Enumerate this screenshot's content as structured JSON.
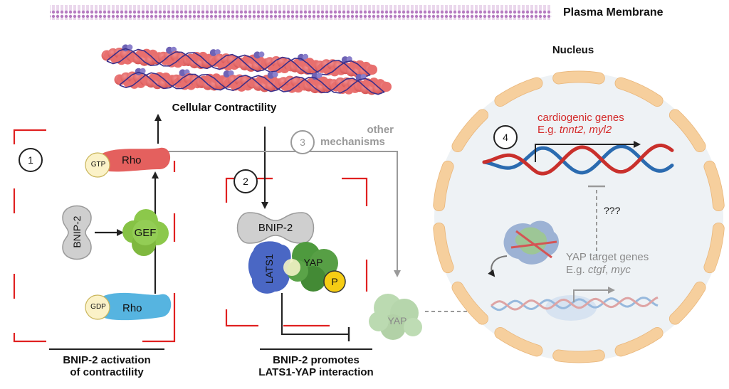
{
  "labels": {
    "plasma_membrane": "Plasma Membrane",
    "nucleus": "Nucleus",
    "cellular_contractility": "Cellular Contractility",
    "other_mechanisms_line1": "other",
    "other_mechanisms_line2": "mechanisms",
    "cardiogenic_genes": "cardiogenic genes",
    "cardiogenic_example_prefix": "E.g. ",
    "cardiogenic_example_genes": "tnnt2, myl2",
    "unknown_link": "???",
    "yap_target_genes": "YAP target genes",
    "yap_target_example_prefix": "E.g. ",
    "yap_target_example_gene1": "ctgf",
    "yap_target_example_sep": ", ",
    "yap_target_example_gene2": "myc"
  },
  "steps": [
    "1",
    "2",
    "3",
    "4"
  ],
  "panel1": {
    "caption_line1": "BNIP-2 activation",
    "caption_line2": "of contractility",
    "rho_gtp_label": "Rho",
    "gtp": "GTP",
    "rho_gdp_label": "Rho",
    "gdp": "GDP",
    "bnip2": "BNIP-2",
    "gef": "GEF"
  },
  "panel2": {
    "caption_line1": "BNIP-2 promotes",
    "caption_line2": "LATS1-YAP interaction",
    "bnip2": "BNIP-2",
    "lats1": "LATS1",
    "yap": "YAP",
    "phospho": "P"
  },
  "free_yap": "YAP",
  "colors": {
    "red_bracket": "#e02020",
    "arrow_black": "#222222",
    "arrow_gray": "#9a9a9a",
    "rho_gtp": "#e4605e",
    "rho_gdp": "#56b4e0",
    "gef": "#8cc84b",
    "lats1": "#4a67c4",
    "yap": "#4e9a3e",
    "phospho": "#f6cd14",
    "nucleus_envelope": "#f6cf9d",
    "nucleus_interior": "#eef2f5",
    "dna_red": "#c9302c",
    "dna_blue": "#2b6bb0",
    "cardiogenic_text": "#d42a2a"
  }
}
